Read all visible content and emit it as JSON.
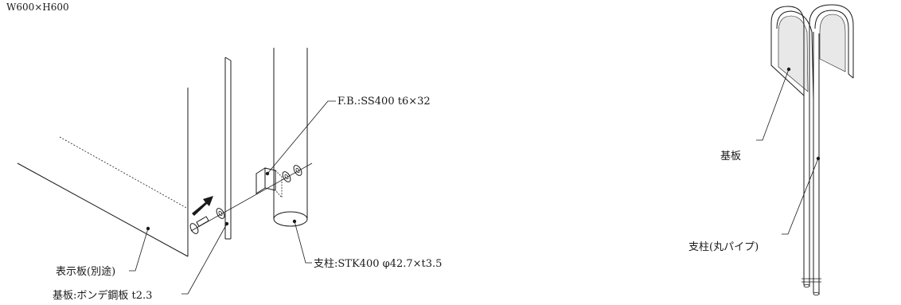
{
  "size_label": "W600×H600",
  "labels": {
    "fb": "F.B.:SS400 t6×32",
    "display_board": "表示板(別途)",
    "base_plate": "基板:ボンデ鋼板 t2.3",
    "post": "支柱:STK400 φ42.7×t3.5",
    "right_base": "基板",
    "right_post": "支柱(丸パイプ)"
  }
}
